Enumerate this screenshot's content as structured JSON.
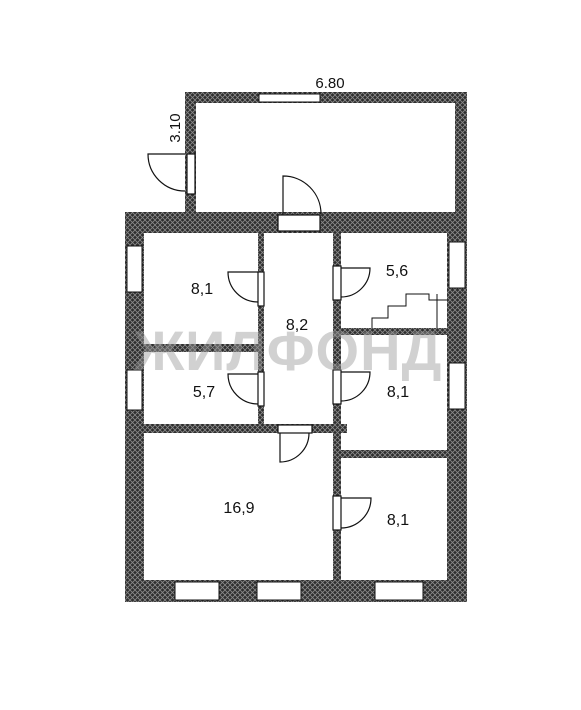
{
  "dimensions": {
    "width_label": "6.80",
    "height_label": "3.10"
  },
  "rooms": [
    {
      "id": "room-top-left",
      "area": "8,1"
    },
    {
      "id": "room-corridor",
      "area": "8,2"
    },
    {
      "id": "room-top-right",
      "area": "5,6"
    },
    {
      "id": "room-small-left",
      "area": "5,7"
    },
    {
      "id": "room-mid-right",
      "area": "8,1"
    },
    {
      "id": "room-large",
      "area": "16,9"
    },
    {
      "id": "room-bottom-right",
      "area": "8,1"
    }
  ],
  "watermark": "ЖИЛФОНД",
  "colors": {
    "wall": "#2e2e2e",
    "hatch_line": "#8a8a8a",
    "window": "#ffffff",
    "line": "#111111"
  }
}
